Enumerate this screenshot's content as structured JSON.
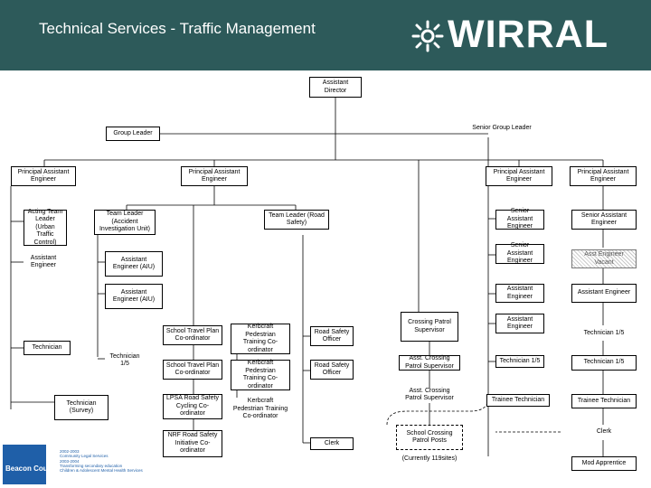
{
  "header": {
    "title": "Technical Services - Traffic Management",
    "logo": "WIRRAL",
    "logo_icon": "wirral-emblem-icon",
    "background": "#2d5a5a"
  },
  "org_chart": {
    "nodes": {
      "assistant_director": "Assistant Director",
      "senior_group_leader": "Senior Group Leader",
      "group_leader": "Group Leader",
      "pae_1": "Principal Assistant Engineer",
      "pae_2": "Principal Assistant Engineer",
      "pae_3": "Principal Assistant Engineer",
      "pae_4": "Principal Assistant Engineer",
      "acting_team_leader": "Acting Team Leader (Urban Traffic Control)",
      "team_leader_aiu": "Team Leader (Accident Investigation Unit)",
      "team_leader_rs": "Team Leader (Road Safety)",
      "sae_1": "Senior Assistant Engineer",
      "sae_2": "Senior Assistant Engineer",
      "sae_3": "Senior Assistant Engineer",
      "asst_eng_vacant": "Asst Engineer Vacant",
      "assistant_engineer_left": "Assistant Engineer",
      "ae_aiu_1": "Assistant Engineer (AIU)",
      "ae_aiu_2": "Assistant Engineer (AIU)",
      "ae_r1": "Assistant Engineer",
      "ae_r2": "Assistant Engineer",
      "ae_r3": "Assistant Engineer",
      "technician_left": "Technician",
      "technician_15": "Technician 1/5",
      "technician_survey": "Technician (Survey)",
      "school_travel_1": "School Travel Plan Co-ordinator",
      "school_travel_2": "School Travel Plan Co-ordinator",
      "lpsa": "LPSA Road Safety Cycling Co-ordinator",
      "nrf": "NRF Road Safety Initiative Co-ordinator",
      "kerbcraft_1": "Kerbcraft Pedestrian Training Co-ordinator",
      "kerbcraft_2": "Kerbcraft Pedestrian Training Co-ordinator",
      "kerbcraft_3": "Kerbcraft Pedestrian Training Co-ordinator",
      "rso_1": "Road Safety Officer",
      "rso_2": "Road Safety Officer",
      "clerk_mid": "Clerk",
      "crossing_supervisor": "Crossing Patrol Supervisor",
      "asst_crossing_1": "Asst. Crossing Patrol Supervisor",
      "asst_crossing_2": "Asst. Crossing Patrol Supervisor",
      "school_crossing": "School Crossing Patrol Posts",
      "currently_sites": "(Currently 119sites)",
      "tech_r1": "Technician 1/5",
      "tech_r2": "Technician 1/5",
      "tech_r3": "Technician 1/5",
      "trainee_1": "Trainee Technician",
      "trainee_2": "Trainee Technician",
      "clerk_right": "Clerk",
      "mod_apprentice": "Mod Apprentice"
    }
  },
  "footer": {
    "council_name": "Beacon Council",
    "council_icon": "beacon-council-icon",
    "lines": [
      "2002-2003",
      "Community Legal Services",
      "2003-2004",
      "Transforming secondary education",
      "Children & Adolescent Mental Health Services"
    ],
    "color": "#1f5fa8"
  }
}
